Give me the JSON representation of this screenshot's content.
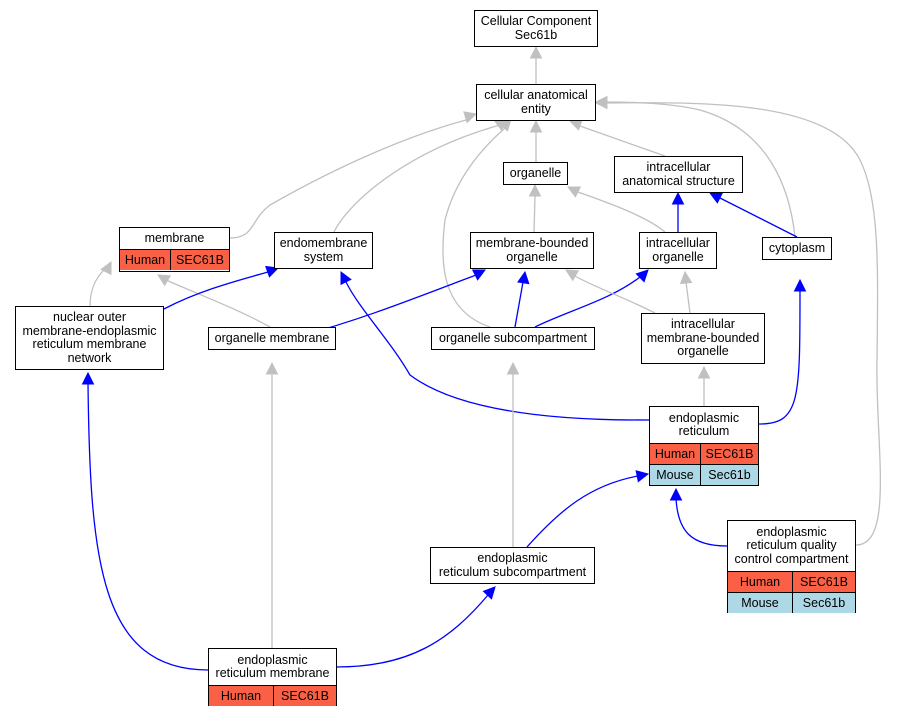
{
  "colors": {
    "is_a_edge": "#c0c0c0",
    "part_of_edge": "#0000ff",
    "human_row": "#fa6045",
    "mouse_row": "#add8e6"
  },
  "nodes": {
    "cc": {
      "lines": [
        "Cellular Component",
        "Sec61b"
      ]
    },
    "cae": {
      "lines": [
        "cellular anatomical",
        "entity"
      ]
    },
    "organelle": {
      "lines": [
        "organelle"
      ]
    },
    "ias": {
      "lines": [
        "intracellular",
        "anatomical structure"
      ]
    },
    "membrane": {
      "lines": [
        "membrane"
      ],
      "rows": [
        {
          "species": "Human",
          "gene": "SEC61B"
        }
      ]
    },
    "endomembrane": {
      "lines": [
        "endomembrane",
        "system"
      ]
    },
    "mbo": {
      "lines": [
        "membrane-bounded",
        "organelle"
      ]
    },
    "io": {
      "lines": [
        "intracellular",
        "organelle"
      ]
    },
    "cytoplasm": {
      "lines": [
        "cytoplasm"
      ]
    },
    "nuclear": {
      "lines": [
        "nuclear outer",
        "membrane-endoplasmic",
        "reticulum membrane",
        "network"
      ]
    },
    "om": {
      "lines": [
        "organelle membrane"
      ]
    },
    "os": {
      "lines": [
        "organelle subcompartment"
      ]
    },
    "imbo": {
      "lines": [
        "intracellular",
        "membrane-bounded",
        "organelle"
      ]
    },
    "er": {
      "lines": [
        "endoplasmic",
        "reticulum"
      ],
      "rows": [
        {
          "species": "Human",
          "gene": "SEC61B"
        },
        {
          "species": "Mouse",
          "gene": "Sec61b"
        }
      ]
    },
    "erqc": {
      "lines": [
        "endoplasmic",
        "reticulum quality",
        "control compartment"
      ],
      "rows": [
        {
          "species": "Human",
          "gene": "SEC61B"
        },
        {
          "species": "Mouse",
          "gene": "Sec61b"
        }
      ]
    },
    "ersub": {
      "lines": [
        "endoplasmic",
        "reticulum subcompartment"
      ]
    },
    "erm": {
      "lines": [
        "endoplasmic",
        "reticulum membrane"
      ],
      "rows": [
        {
          "species": "Human",
          "gene": "SEC61B"
        }
      ]
    }
  },
  "edges": [
    {
      "from": "cae",
      "to": "cc",
      "type": "is_a"
    },
    {
      "from": "organelle",
      "to": "cae",
      "type": "is_a"
    },
    {
      "from": "ias",
      "to": "cae",
      "type": "is_a"
    },
    {
      "from": "membrane",
      "to": "cae",
      "type": "is_a"
    },
    {
      "from": "endomembrane",
      "to": "cae",
      "type": "is_a"
    },
    {
      "from": "os",
      "to": "cae",
      "type": "is_a"
    },
    {
      "from": "cytoplasm",
      "to": "cae",
      "type": "is_a"
    },
    {
      "from": "erqc",
      "to": "cae",
      "type": "is_a"
    },
    {
      "from": "mbo",
      "to": "organelle",
      "type": "is_a"
    },
    {
      "from": "io",
      "to": "organelle",
      "type": "is_a"
    },
    {
      "from": "io",
      "to": "ias",
      "type": "part_of"
    },
    {
      "from": "cytoplasm",
      "to": "ias",
      "type": "part_of"
    },
    {
      "from": "nuclear",
      "to": "membrane",
      "type": "is_a"
    },
    {
      "from": "om",
      "to": "membrane",
      "type": "is_a"
    },
    {
      "from": "nuclear",
      "to": "endomembrane",
      "type": "part_of"
    },
    {
      "from": "om",
      "to": "mbo",
      "type": "part_of"
    },
    {
      "from": "os",
      "to": "mbo",
      "type": "part_of"
    },
    {
      "from": "os",
      "to": "io",
      "type": "part_of"
    },
    {
      "from": "imbo",
      "to": "mbo",
      "type": "is_a"
    },
    {
      "from": "imbo",
      "to": "io",
      "type": "is_a"
    },
    {
      "from": "er",
      "to": "endomembrane",
      "type": "part_of"
    },
    {
      "from": "er",
      "to": "cytoplasm",
      "type": "part_of"
    },
    {
      "from": "er",
      "to": "imbo",
      "type": "is_a"
    },
    {
      "from": "erqc",
      "to": "er",
      "type": "part_of"
    },
    {
      "from": "ersub",
      "to": "os",
      "type": "is_a"
    },
    {
      "from": "ersub",
      "to": "er",
      "type": "part_of"
    },
    {
      "from": "erm",
      "to": "om",
      "type": "is_a"
    },
    {
      "from": "erm",
      "to": "nuclear",
      "type": "part_of"
    },
    {
      "from": "erm",
      "to": "ersub",
      "type": "part_of"
    }
  ]
}
